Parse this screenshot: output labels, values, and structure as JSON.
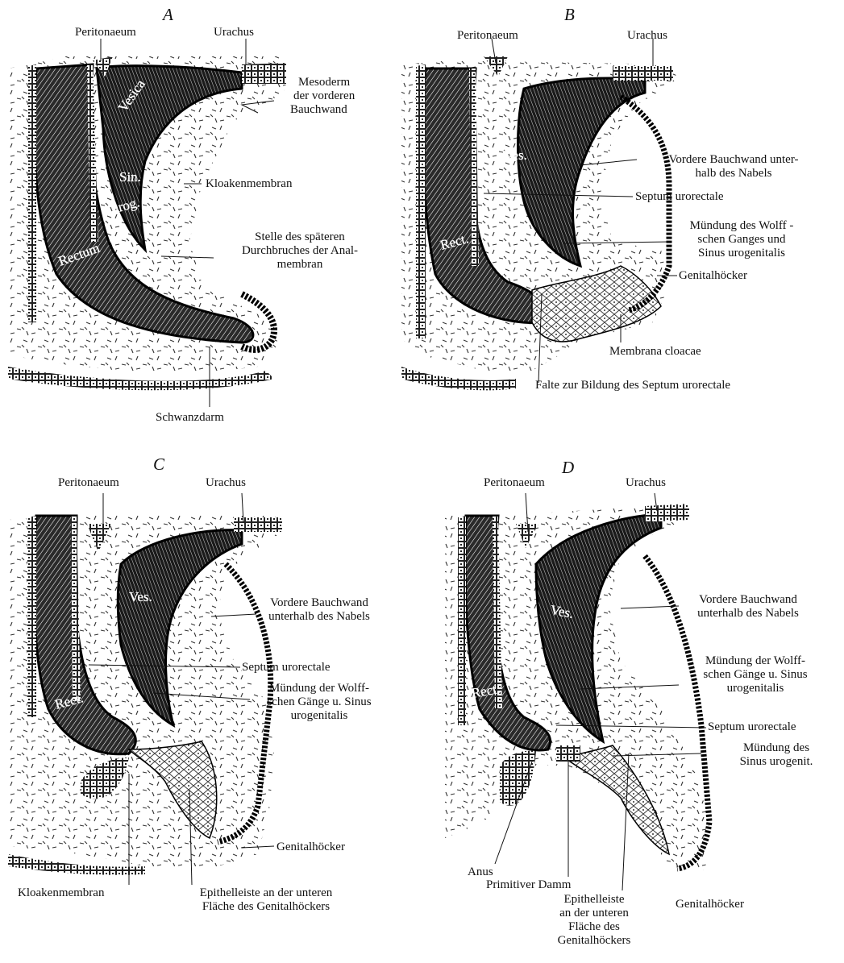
{
  "panels": [
    {
      "letter": "A",
      "organs": [
        "Vesica",
        "Sin.",
        "urog.",
        "Rectum"
      ],
      "labels": {
        "peritonaeum": "Peritonaeum",
        "urachus": "Urachus",
        "mesoderm": [
          "Mesoderm",
          "der vorderen",
          "Bauchwand"
        ],
        "kloakenmembran": "Kloakenmembran",
        "stelle": [
          "Stelle des späteren",
          "Durchbruches der Anal-",
          "membran"
        ],
        "schwanzdarm": "Schwanzdarm"
      }
    },
    {
      "letter": "B",
      "organs": [
        "Ves.",
        "Rect."
      ],
      "labels": {
        "peritonaeum": "Peritonaeum",
        "urachus": "Urachus",
        "bauchwand": [
          "Vordere Bauchwand unter-",
          "halb des Nabels"
        ],
        "septum": "Septum urorectale",
        "muendung": [
          "Mündung des Wolff -",
          "schen Ganges und",
          "Sinus urogenitalis"
        ],
        "genitalhoecker": "Genitalhöcker",
        "membrana": "Membrana cloacae",
        "falte": "Falte zur Bildung des Septum urorectale"
      }
    },
    {
      "letter": "C",
      "organs": [
        "Ves.",
        "Rect."
      ],
      "labels": {
        "peritonaeum": "Peritonaeum",
        "urachus": "Urachus",
        "bauchwand": [
          "Vordere Bauchwand",
          "unterhalb des Nabels"
        ],
        "septum": "Septum urorectale",
        "muendung": [
          "Mündung der Wolff-",
          "schen Gänge u. Sinus",
          "urogenitalis"
        ],
        "genitalhoecker": "Genitalhöcker",
        "kloakenmembran": "Kloakenmembran",
        "epithel": [
          "Epithelleiste an der unteren",
          "Fläche des Genitalhöckers"
        ]
      }
    },
    {
      "letter": "D",
      "organs": [
        "Ves.",
        "Rect."
      ],
      "labels": {
        "peritonaeum": "Peritonaeum",
        "urachus": "Urachus",
        "bauchwand": [
          "Vordere Bauchwand",
          "unterhalb des Nabels"
        ],
        "muendung_wolff": [
          "Mündung der Wolff-",
          "schen Gänge u. Sinus",
          "urogenitalis"
        ],
        "septum": "Septum urorectale",
        "muendung_sinus": [
          "Mündung des",
          "Sinus urogenit."
        ],
        "anus": "Anus",
        "damm": "Primitiver Damm",
        "epithel": [
          "Epithelleiste",
          "an der unteren",
          "Fläche des",
          "Genitalhöckers"
        ],
        "genitalhoecker": "Genitalhöcker"
      }
    }
  ]
}
